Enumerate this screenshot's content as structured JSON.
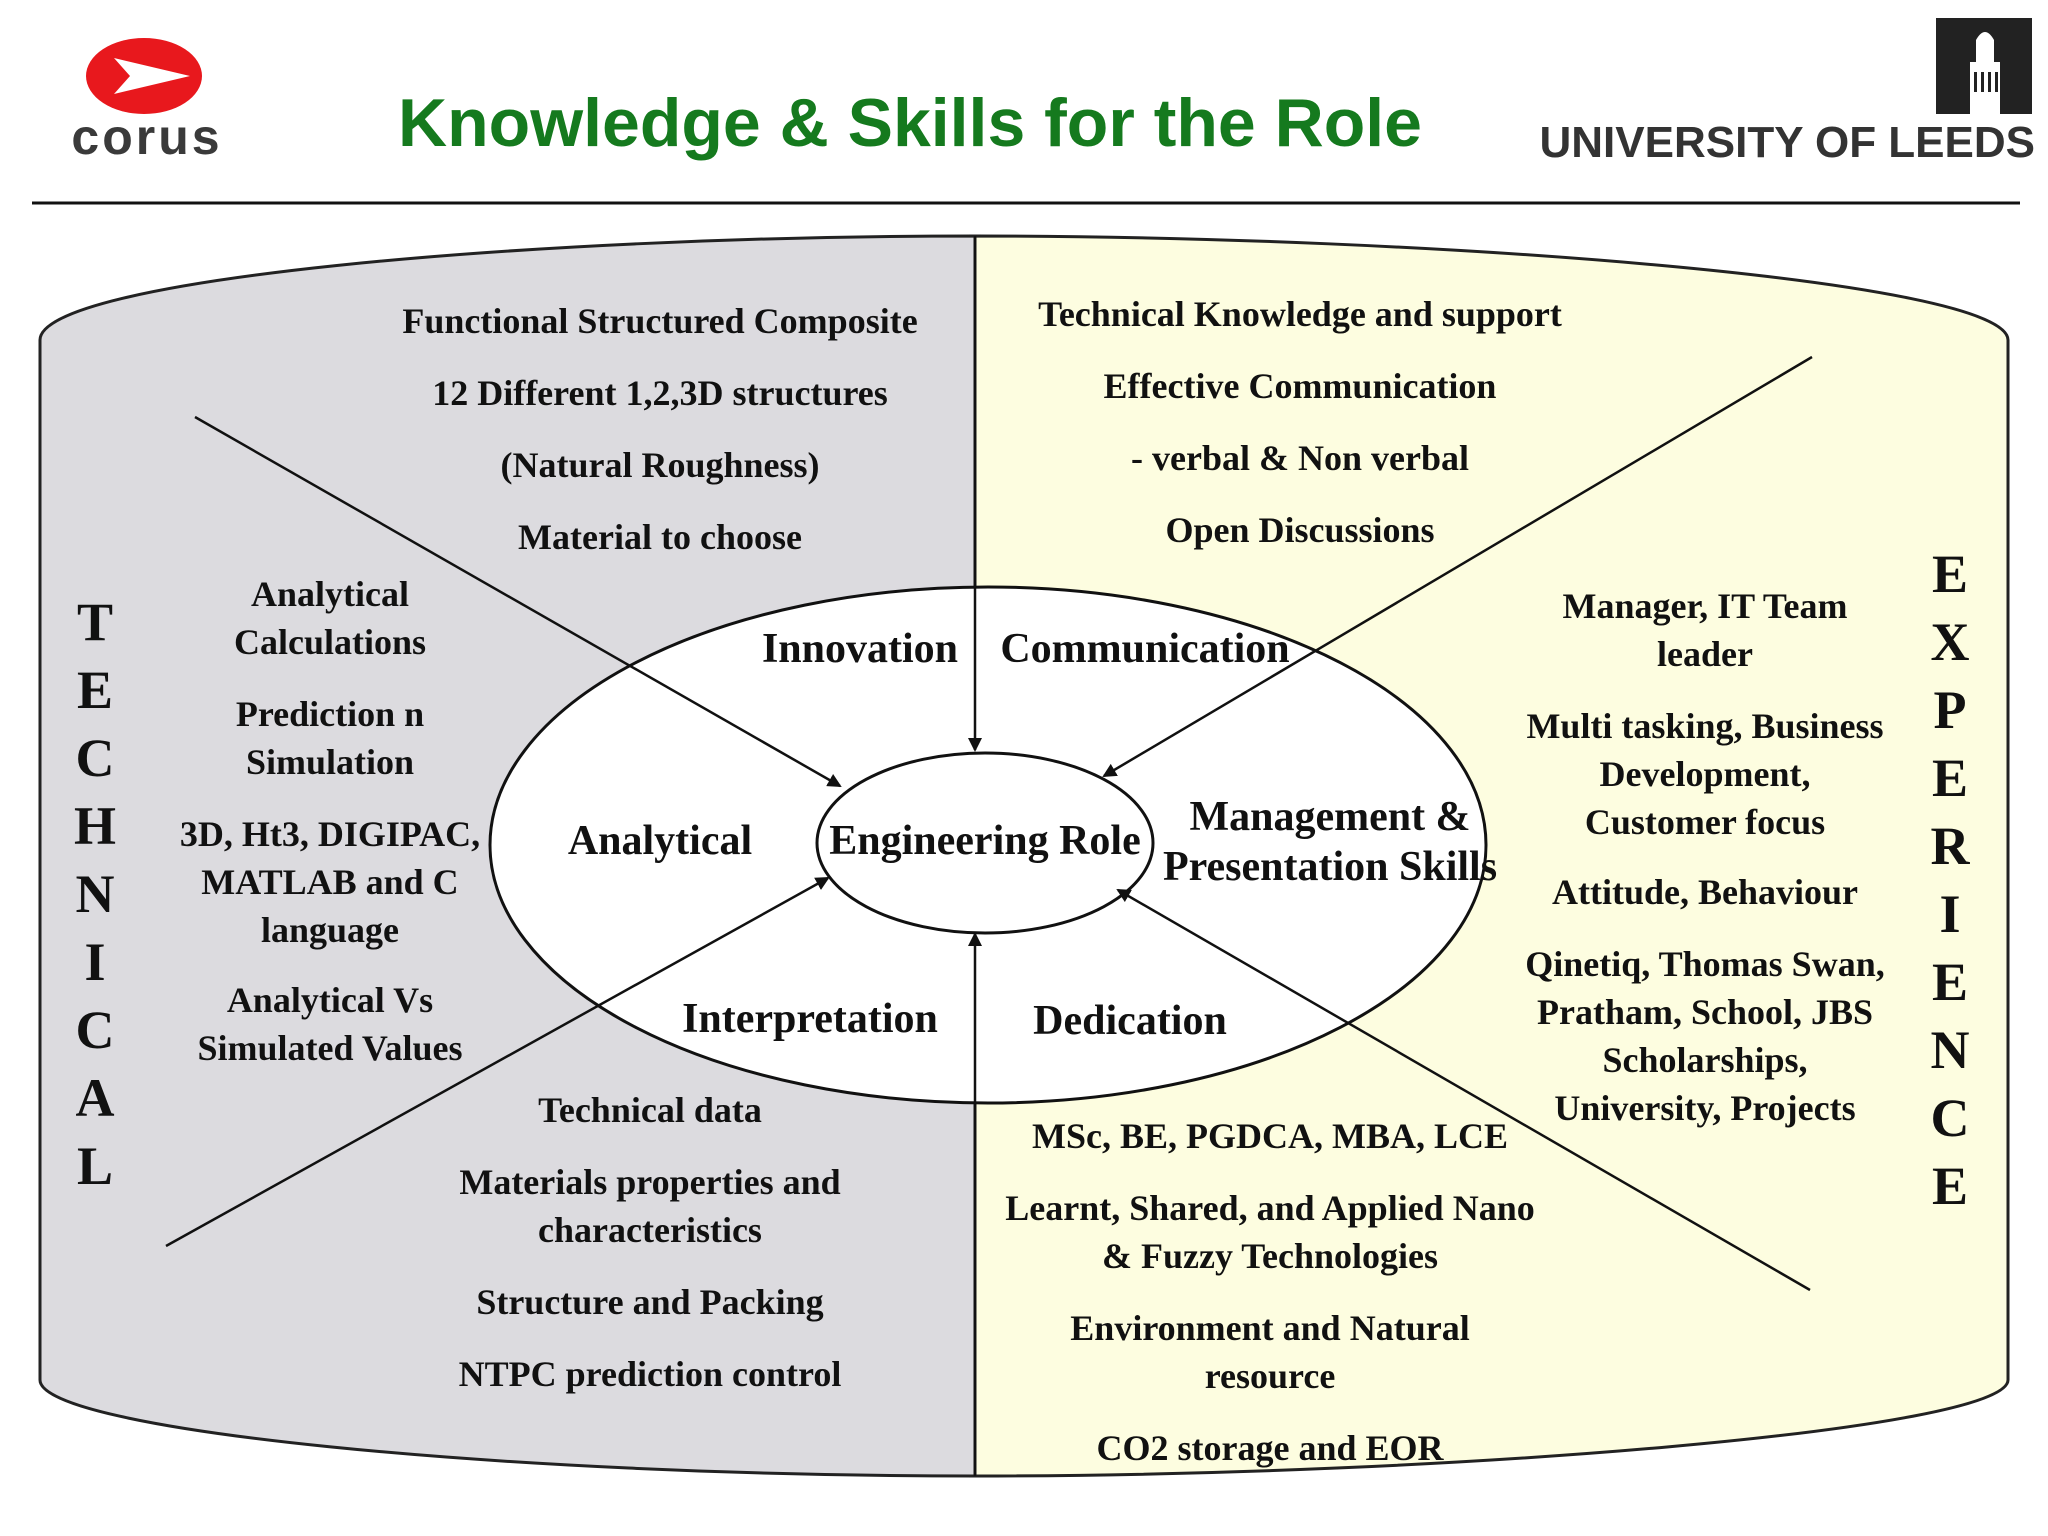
{
  "header": {
    "title": "Knowledge & Skills for the Role",
    "left_logo_text": "corus",
    "right_logo_text": "UNIVERSITY OF LEEDS"
  },
  "colors": {
    "title_green": "#157a1e",
    "left_panel": "#dcdbdf",
    "right_panel": "#fdfde0",
    "logo_red": "#e8181d"
  },
  "side_labels": {
    "left": [
      "T",
      "E",
      "C",
      "H",
      "N",
      "I",
      "C",
      "A",
      "L"
    ],
    "right": [
      "E",
      "X",
      "P",
      "E",
      "R",
      "I",
      "E",
      "N",
      "C",
      "E"
    ]
  },
  "center": {
    "core": "Engineering Role",
    "innovation": "Innovation",
    "communication": "Communication",
    "analytical": "Analytical",
    "management": [
      "Management &",
      "Presentation Skills"
    ],
    "interpretation": "Interpretation",
    "dedication": "Dedication"
  },
  "top_left": [
    "Functional Structured Composite",
    "12 Different 1,2,3D structures",
    "(Natural Roughness)",
    "Material to choose"
  ],
  "top_right": [
    "Technical Knowledge and support",
    "Effective Communication",
    "- verbal & Non verbal",
    "Open Discussions"
  ],
  "left_column": [
    [
      "Analytical",
      "Calculations"
    ],
    [
      "Prediction n",
      "Simulation"
    ],
    [
      "3D, Ht3, DIGIPAC,",
      "MATLAB and C",
      "language"
    ],
    [
      "Analytical Vs",
      "Simulated Values"
    ]
  ],
  "right_column": [
    [
      "Manager, IT Team",
      "leader"
    ],
    [
      "Multi tasking, Business",
      "Development,",
      "Customer focus"
    ],
    [
      "Attitude, Behaviour"
    ],
    [
      "Qinetiq, Thomas Swan,",
      "Pratham, School, JBS",
      "Scholarships,",
      "University, Projects"
    ]
  ],
  "bottom_left": [
    [
      "Technical data"
    ],
    [
      "Materials properties and",
      "characteristics"
    ],
    [
      "Structure and Packing"
    ],
    [
      "NTPC prediction control"
    ]
  ],
  "bottom_right": [
    [
      "MSc, BE, PGDCA, MBA, LCE"
    ],
    [
      "Learnt, Shared, and Applied Nano",
      "& Fuzzy Technologies"
    ],
    [
      "Environment and Natural",
      "resource"
    ],
    [
      "CO2 storage and EOR"
    ]
  ]
}
